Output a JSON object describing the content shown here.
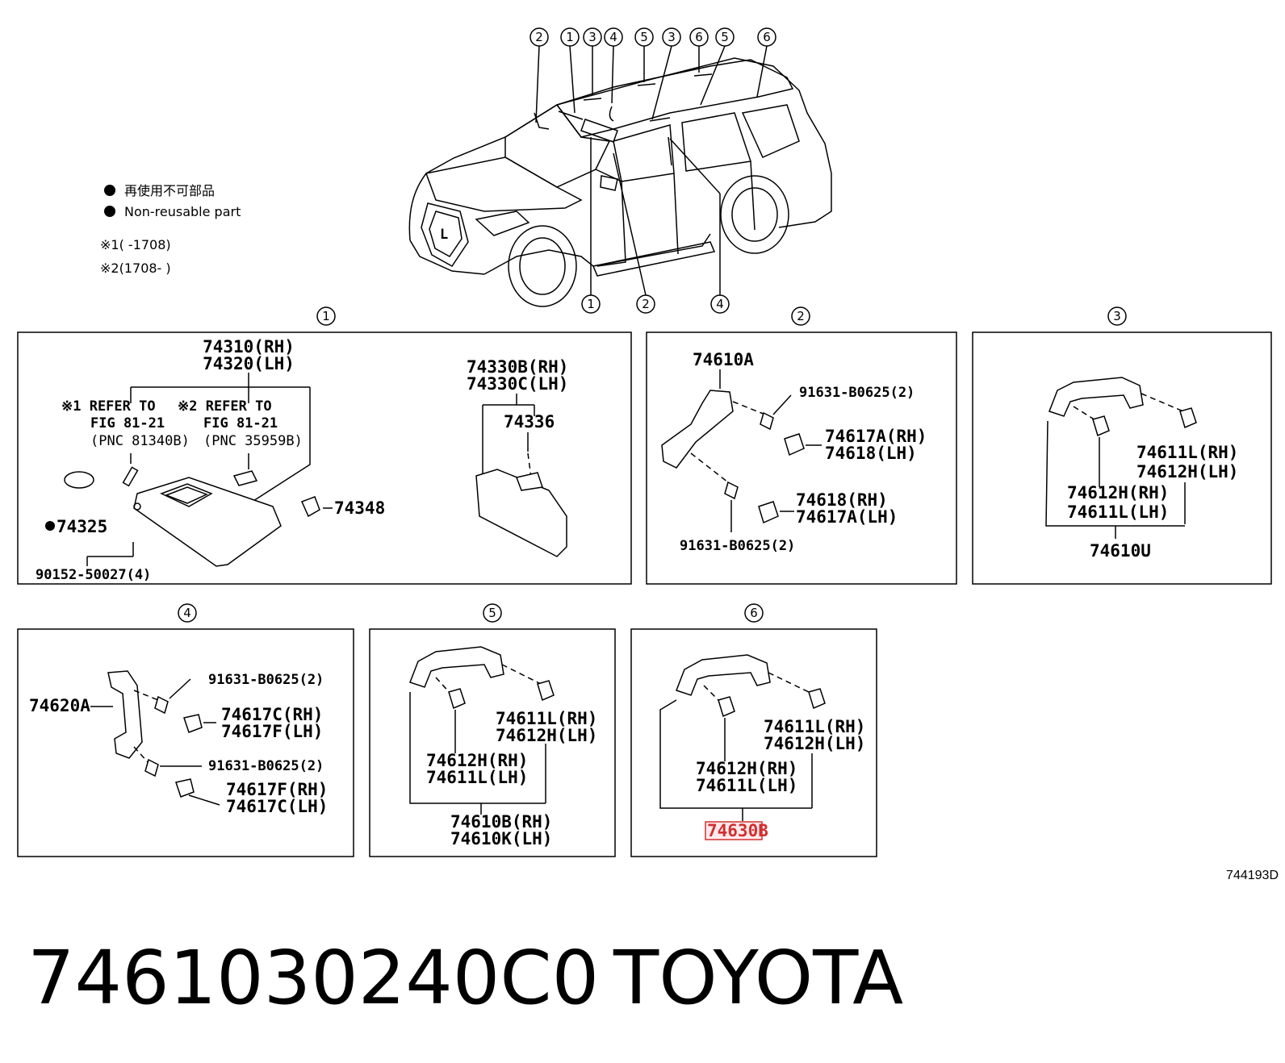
{
  "legend": {
    "line1": "再使用不可部品",
    "line2": "Non-reusable part",
    "note1": "※1(      -1708)",
    "note2": "※2(1708-      )"
  },
  "overview": {
    "callouts_top": [
      "2",
      "1",
      "3",
      "4",
      "5",
      "3",
      "6",
      "5",
      "6"
    ],
    "callouts_bottom": [
      "1",
      "2",
      "4"
    ]
  },
  "panels": {
    "p1": {
      "number": "1",
      "visor_rh": "74310(RH)",
      "visor_lh": "74320(LH)",
      "refer1_a": "※1 REFER TO",
      "refer1_b": "FIG 81-21",
      "refer1_c": "(PNC 81340B)",
      "refer2_a": "※2 REFER TO",
      "refer2_b": "FIG 81-21",
      "refer2_c": "(PNC 35959B)",
      "visor2_rh": "74330B(RH)",
      "visor2_lh": "74330C(LH)",
      "clip": "74336",
      "holder": "74348",
      "nonreuse_part": "74325",
      "screw": "90152-50027(4)"
    },
    "p2": {
      "number": "2",
      "grip": "74610A",
      "bolt_top": "91631-B0625(2)",
      "cover_rh": "74617A(RH)",
      "cover_lh": "74618(LH)",
      "cover2_rh": "74618(RH)",
      "cover2_lh": "74617A(LH)",
      "bolt_bottom": "91631-B0625(2)"
    },
    "p3": {
      "number": "3",
      "clip_r_rh": "74611L(RH)",
      "clip_r_lh": "74612H(LH)",
      "clip_l_rh": "74612H(RH)",
      "clip_l_lh": "74611L(LH)",
      "grip": "74610U"
    },
    "p4": {
      "number": "4",
      "grip": "74620A",
      "bolt_top": "91631-B0625(2)",
      "cover_rh": "74617C(RH)",
      "cover_lh": "74617F(LH)",
      "bolt_bottom": "91631-B0625(2)",
      "cover2_rh": "74617F(RH)",
      "cover2_lh": "74617C(LH)"
    },
    "p5": {
      "number": "5",
      "clip_r_rh": "74611L(RH)",
      "clip_r_lh": "74612H(LH)",
      "clip_l_rh": "74612H(RH)",
      "clip_l_lh": "74611L(LH)",
      "grip_rh": "74610B(RH)",
      "grip_lh": "74610K(LH)"
    },
    "p6": {
      "number": "6",
      "clip_r_rh": "74611L(RH)",
      "clip_r_lh": "74612H(LH)",
      "clip_l_rh": "74612H(RH)",
      "clip_l_lh": "74611L(LH)",
      "grip": "74630B"
    }
  },
  "diagram_code": "744193D",
  "footer": {
    "part_number": "7461030240C0",
    "brand": "TOYOTA"
  },
  "colors": {
    "highlight": "#d32f2f"
  }
}
